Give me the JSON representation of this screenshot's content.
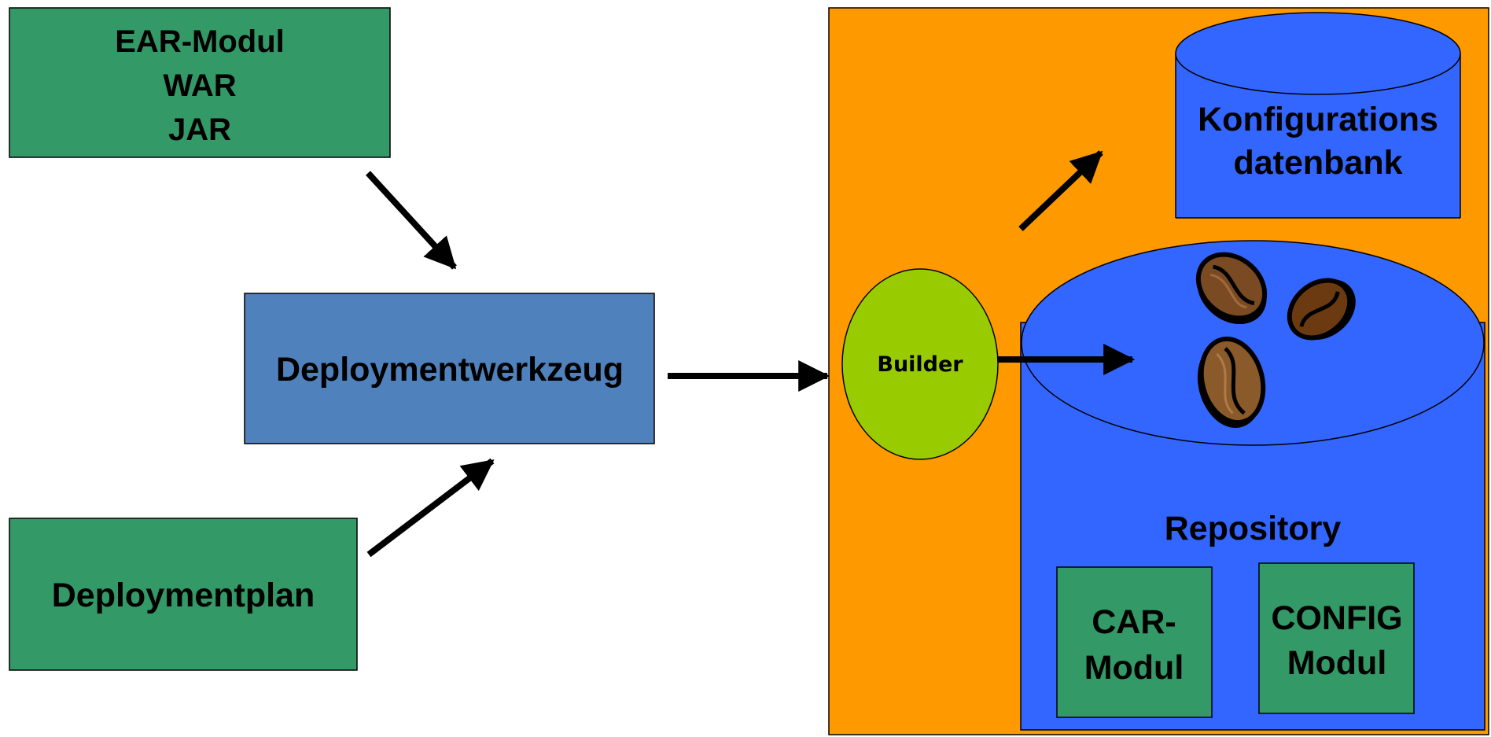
{
  "boxes": {
    "ear": {
      "lines": [
        "EAR-Modul",
        "WAR",
        "JAR"
      ]
    },
    "plan": {
      "label": "Deploymentplan"
    },
    "tool": {
      "label": "Deploymentwerkzeug"
    }
  },
  "server": {
    "builder": {
      "label": "Builder"
    },
    "config_db": {
      "lines": [
        "Konfigurations",
        "datenbank"
      ]
    },
    "repository": {
      "label": "Repository",
      "car": {
        "lines": [
          "CAR-",
          "Modul"
        ]
      },
      "config": {
        "lines": [
          "CONFIG",
          "Modul"
        ]
      }
    }
  },
  "colors": {
    "green_box": "#339966",
    "blue_box": "#4f81bd",
    "orange": "#ff9900",
    "db_blue": "#3366ff",
    "builder_green": "#99cc00",
    "bean_brown": "#8b5a2b"
  },
  "icons": [
    "coffee-bean-icon",
    "coffee-bean-icon",
    "coffee-bean-icon"
  ]
}
